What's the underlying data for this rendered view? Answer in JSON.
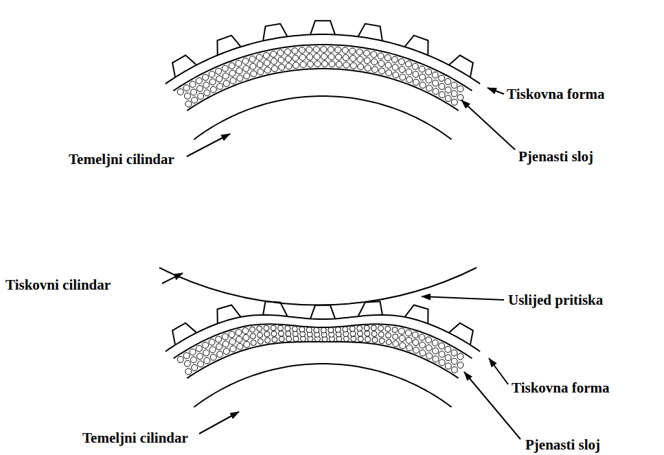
{
  "diagram": {
    "labels": [
      "Tiskovna forma",
      "Temeljni cilindar",
      "Pjenasti sloj",
      "Tiskovni cilindar",
      "Uslijed pritiska",
      "Tiskovna forma",
      "Temeljni cilindar",
      "Pjenasti sloj"
    ]
  }
}
